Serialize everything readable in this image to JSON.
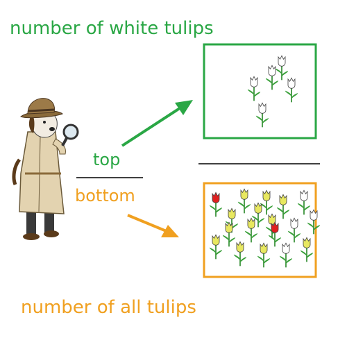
{
  "labels": {
    "top_caption": "number of white tulips",
    "top_word": "top",
    "bottom_word": "bottom",
    "bottom_caption": "number of all tulips"
  },
  "colors": {
    "green": "#2aa745",
    "orange": "#f0a020",
    "line": "#000000"
  },
  "tulips": {
    "top_box": [
      "white",
      "white",
      "white",
      "white",
      "white"
    ],
    "bottom_box": [
      "red",
      "yellow",
      "yellow",
      "yellow",
      "white",
      "yellow",
      "yellow",
      "yellow",
      "white",
      "red",
      "white",
      "yellow",
      "yellow",
      "yellow",
      "white",
      "yellow",
      "yellow",
      "yellow"
    ]
  },
  "icons": [
    "detective-icon",
    "magnifying-glass-icon",
    "tulip-icon",
    "arrow-icon"
  ]
}
